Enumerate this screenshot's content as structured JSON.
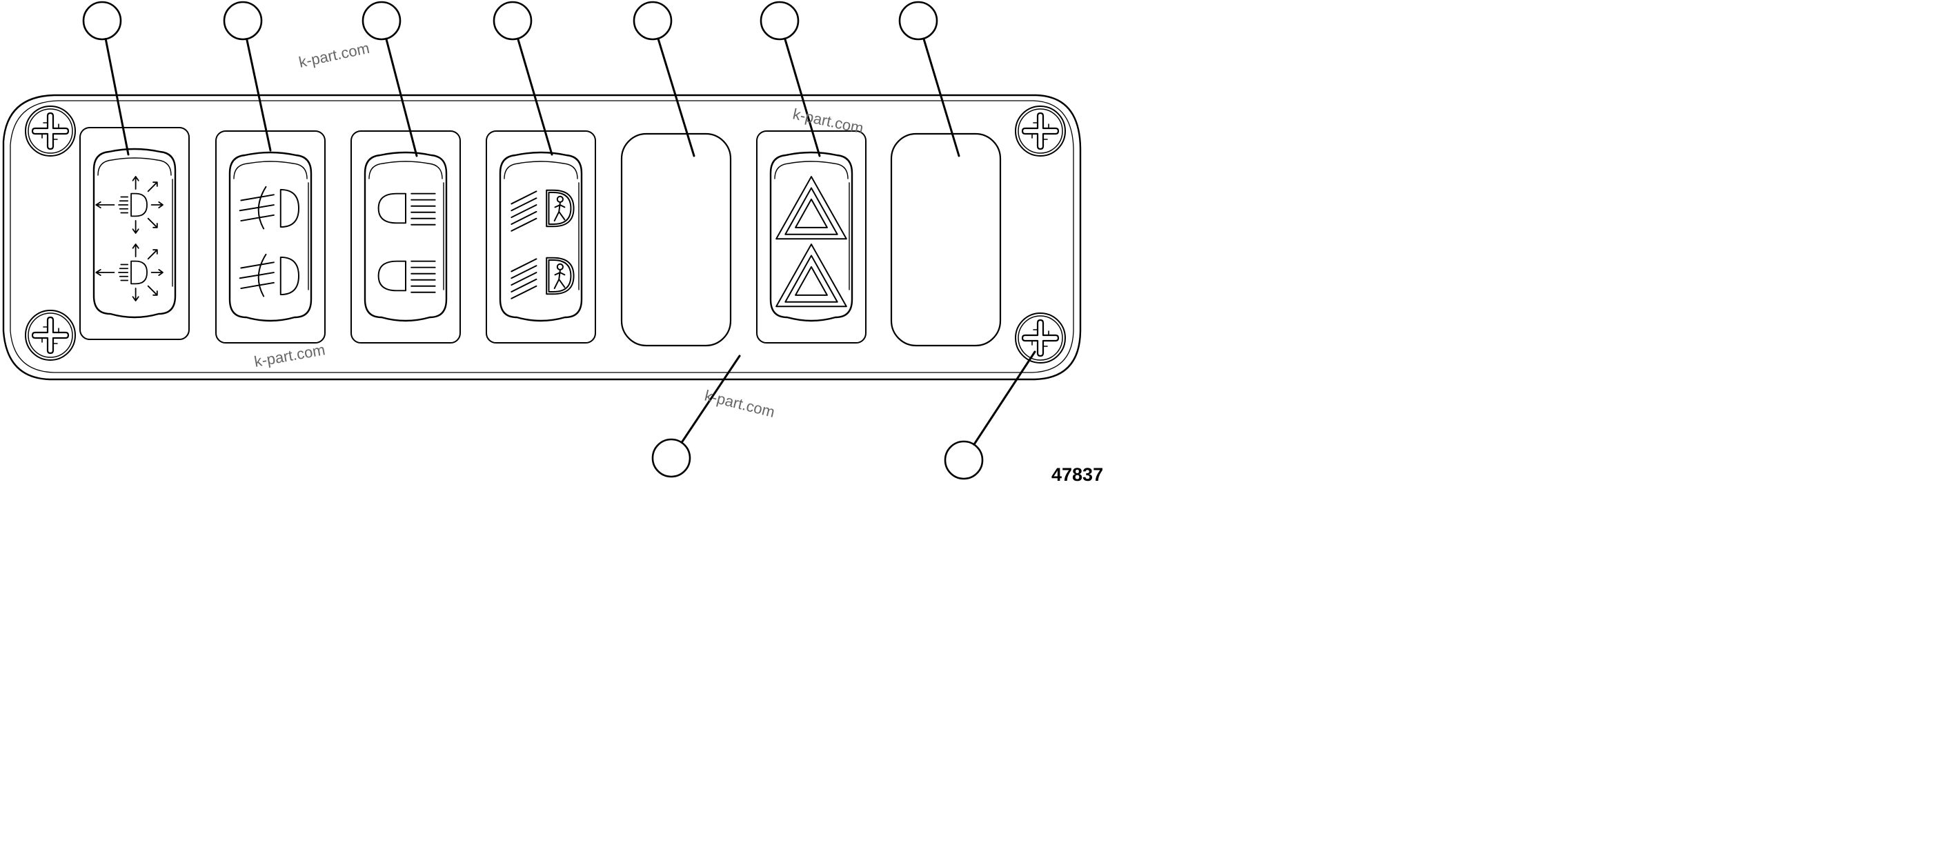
{
  "figure_number": "47837",
  "watermark": "k-part.com",
  "colors": {
    "line": "#000000",
    "background": "#ffffff",
    "watermark": "#666666"
  },
  "panel": {
    "screws": [
      {
        "name": "screw-top-left",
        "icon": "cross-recess-screw-icon"
      },
      {
        "name": "screw-bottom-left",
        "icon": "cross-recess-screw-icon"
      },
      {
        "name": "screw-top-right",
        "icon": "cross-recess-screw-icon"
      },
      {
        "name": "screw-bottom-right",
        "icon": "cross-recess-screw-icon"
      }
    ],
    "slots": [
      {
        "name": "switch-work-lights",
        "type": "rocker",
        "icon": "work-light-icon"
      },
      {
        "name": "switch-fog-lights",
        "type": "rocker",
        "icon": "fog-light-icon"
      },
      {
        "name": "switch-headlights",
        "type": "rocker",
        "icon": "high-beam-icon"
      },
      {
        "name": "switch-pedestrian-light",
        "type": "rocker",
        "icon": "pedestrian-light-icon"
      },
      {
        "name": "blank-plug-5",
        "type": "blank",
        "icon": ""
      },
      {
        "name": "switch-hazard",
        "type": "rocker",
        "icon": "hazard-warning-icon"
      },
      {
        "name": "blank-plug-7",
        "type": "blank",
        "icon": ""
      }
    ]
  },
  "callouts": [
    {
      "name": "callout-1",
      "label": ""
    },
    {
      "name": "callout-2",
      "label": ""
    },
    {
      "name": "callout-3",
      "label": ""
    },
    {
      "name": "callout-4",
      "label": ""
    },
    {
      "name": "callout-5",
      "label": ""
    },
    {
      "name": "callout-6",
      "label": ""
    },
    {
      "name": "callout-7",
      "label": ""
    },
    {
      "name": "callout-8",
      "label": ""
    },
    {
      "name": "callout-9",
      "label": ""
    }
  ]
}
